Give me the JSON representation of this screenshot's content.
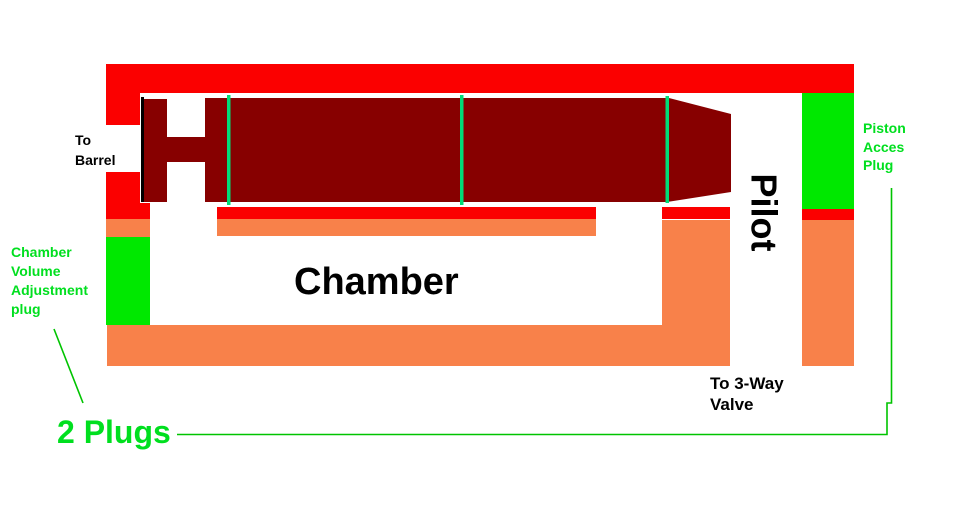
{
  "labels": {
    "to_barrel": [
      "To",
      "Barrel"
    ],
    "chamber_volume_plug": [
      "Chamber",
      "Volume",
      "Adjustment",
      "plug"
    ],
    "chamber": "Chamber",
    "pilot": "Pilot",
    "piston_access_plug": [
      "Piston",
      "Acces",
      "Plug"
    ],
    "to_3way_valve": [
      "To 3-Way",
      "Valve"
    ],
    "two_plugs": "2 Plugs"
  },
  "colors": {
    "red": "#fb0000",
    "dark_red": "#870000",
    "orange": "#f8814a",
    "green_block": "#00e800",
    "green_seal": "#00dc78",
    "green_text": "#00df1f",
    "green_line": "#00c400",
    "black": "#000000",
    "background": "#ffffff"
  }
}
